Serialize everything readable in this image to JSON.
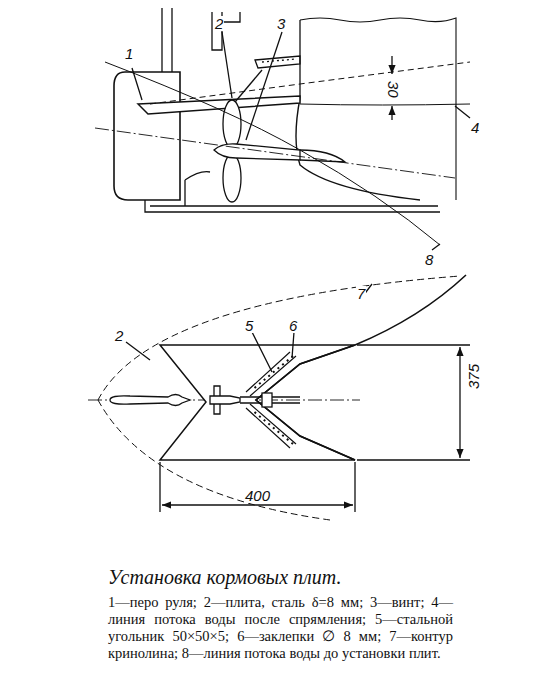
{
  "diagram": {
    "caption": "Установка кормовых плит.",
    "labels": [
      "1",
      "2",
      "3",
      "30",
      "4",
      "8",
      "2",
      "5",
      "6",
      "7",
      "375",
      "400",
      "1—перо руля;",
      "2—плита, сталь δ=8 мм;",
      "3—винт;",
      "4—линия потока воды после спрямления;",
      "5—стальной угольник 50×50×5;",
      "6—заклепки ∅ 8 мм;",
      "7—контур кринолина;",
      "8—линия потока воды до установки плит."
    ]
  }
}
